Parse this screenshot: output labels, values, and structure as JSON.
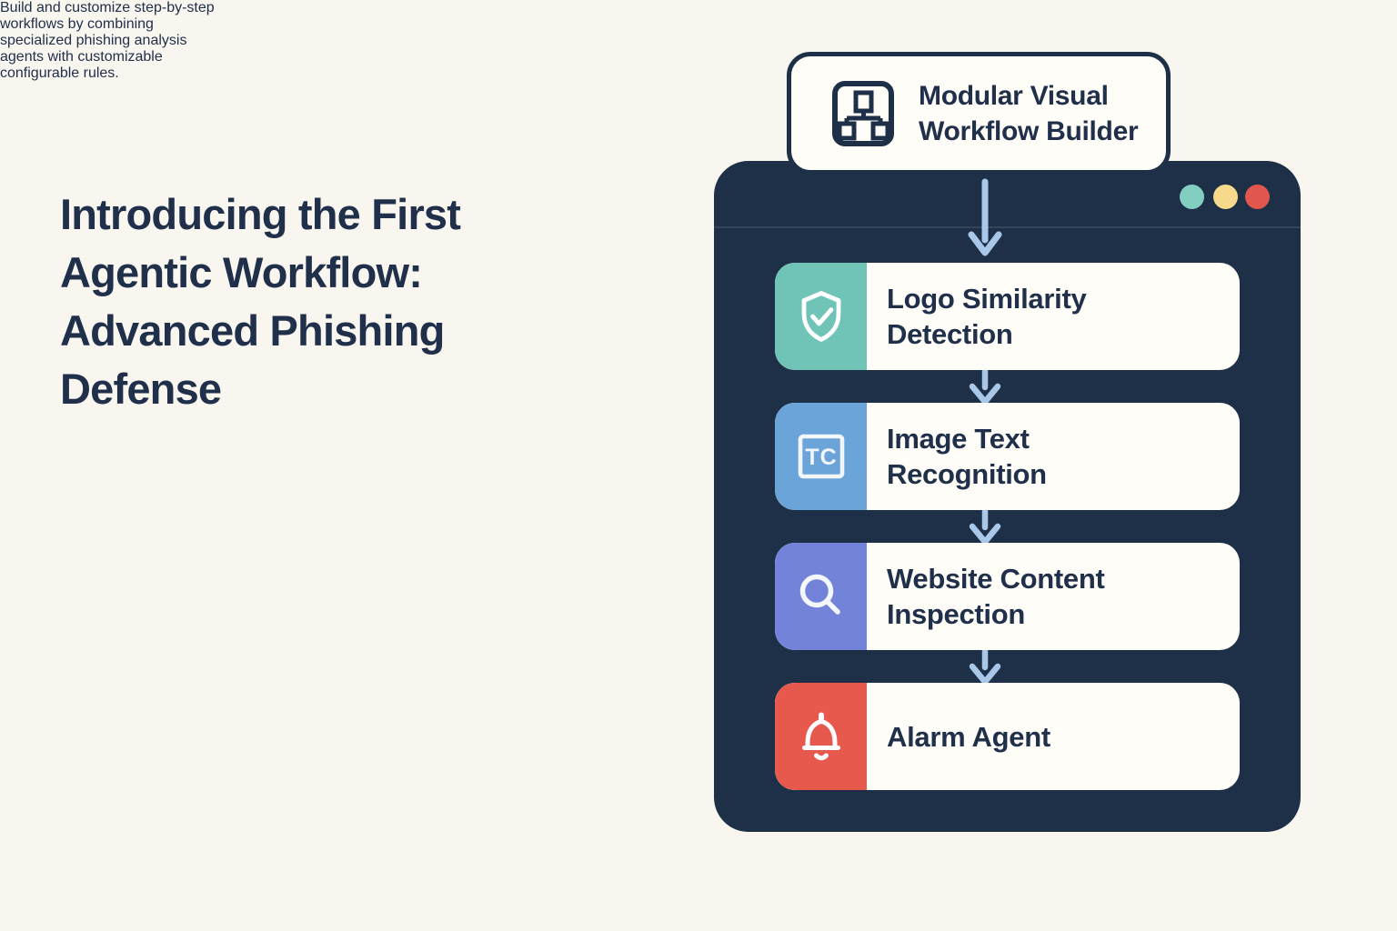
{
  "hero": {
    "title_lines": [
      "Introducing the First",
      "Agentic Workflow:",
      "Advanced Phishing",
      "Defense"
    ],
    "description_lines": [
      "Build and customize step-by-step",
      "workflows by combining",
      "specialized phishing analysis",
      "agents with customizable",
      "configurable rules."
    ]
  },
  "builder_card": {
    "label": "Modular Visual Workflow Builder",
    "icon": "workflow-hierarchy-icon"
  },
  "window": {
    "traffic_lights": [
      {
        "name": "teal-dot",
        "color": "#82cfc2"
      },
      {
        "name": "yellow-dot",
        "color": "#f7da8c"
      },
      {
        "name": "red-dot",
        "color": "#e2574d"
      }
    ],
    "panel_color": "#1d3047"
  },
  "workflow_steps": [
    {
      "label": "Logo Similarity Detection",
      "icon": "shield-check-icon",
      "icon_bg": "#6fc3b7"
    },
    {
      "label": "Image Text Recognition",
      "icon": "tc-badge-icon",
      "icon_text": "TC",
      "icon_bg": "#6ba4d9"
    },
    {
      "label": "Website Content Inspection",
      "icon": "magnifier-icon",
      "icon_bg": "#7283d9"
    },
    {
      "label": "Alarm Agent",
      "icon": "bell-icon",
      "icon_bg": "#e8594d"
    }
  ],
  "colors": {
    "background": "#f9f6f0",
    "text": "#20304a",
    "card": "#fffdf8",
    "arrow": "#a9c8e9"
  }
}
